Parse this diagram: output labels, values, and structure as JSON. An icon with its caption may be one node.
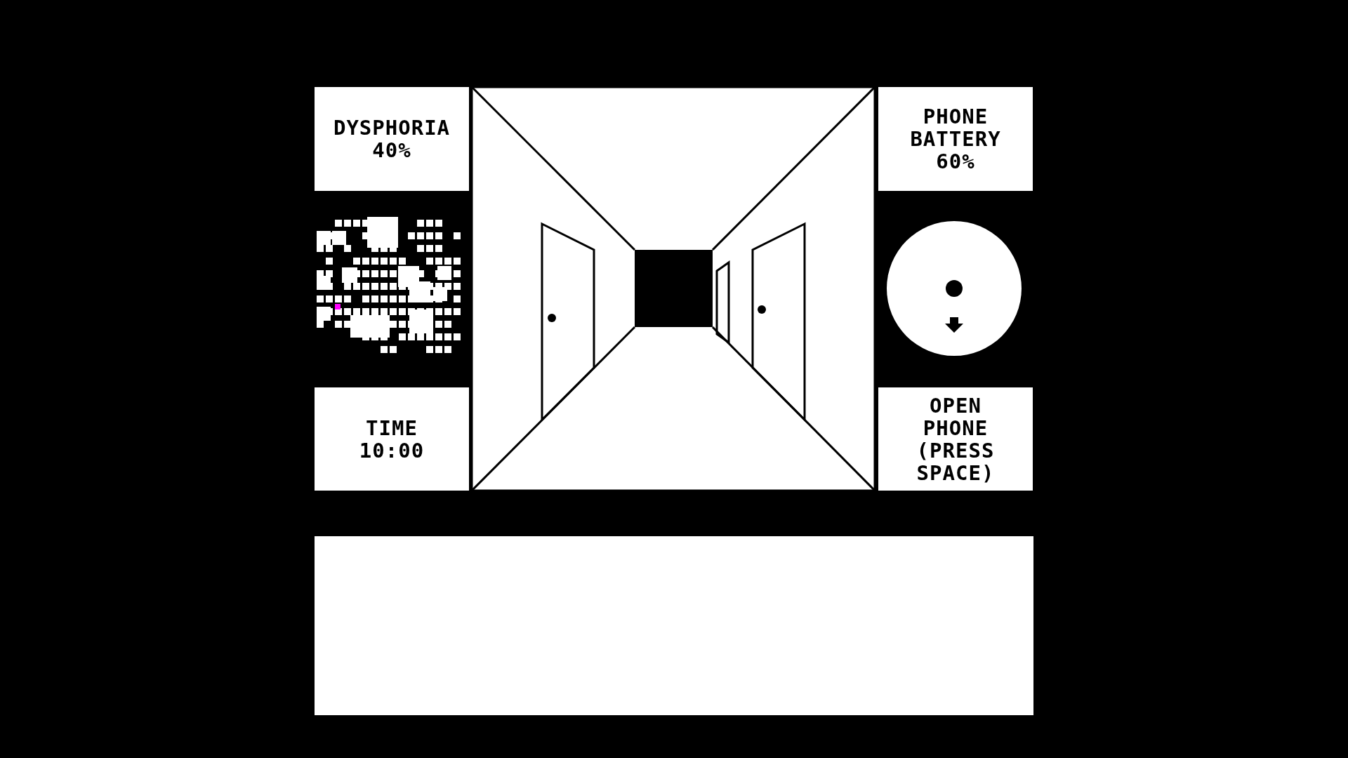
{
  "diagram": {
    "nodes": [
      {
        "text": [
          "DYSPHORIA 40%"
        ]
      },
      {
        "text": [
          "PHONE BATTERY 60%"
        ]
      },
      {
        "text": [
          "TIME 10:00"
        ]
      },
      {
        "text": [
          "OPEN PHONE (PRESS SPACE)"
        ]
      },
      {
        "text": [],
        "shape": "box"
      }
    ]
  }
}
